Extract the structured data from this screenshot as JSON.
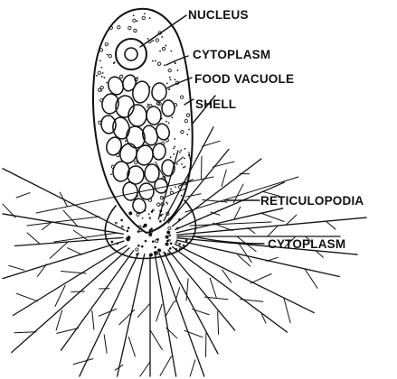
{
  "diagram": {
    "labels": {
      "nucleus": "NUCLEUS",
      "cytoplasm_top": "CYTOPLASM",
      "food_vacuole": "FOOD VACUOLE",
      "shell": "SHELL",
      "reticulopodia": "RETICULOPODIA",
      "cytoplasm_bottom": "CYTOPLASM"
    },
    "colors": {
      "ink": "#111111",
      "background": "#ffffff"
    }
  }
}
